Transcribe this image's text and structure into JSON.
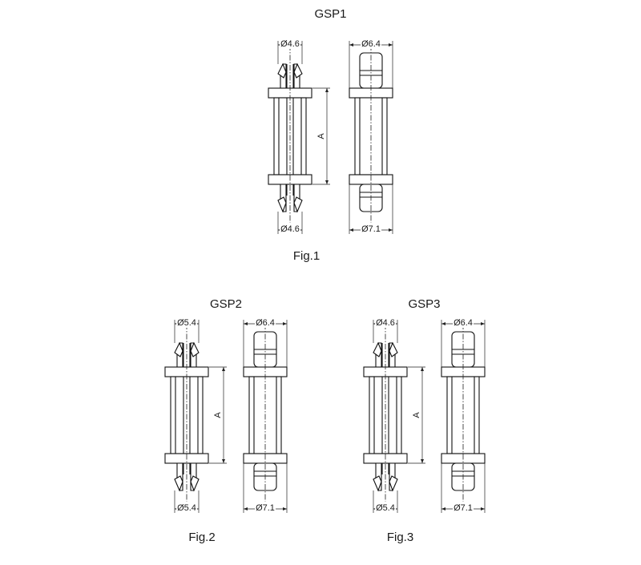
{
  "figures": [
    {
      "title": "GSP1",
      "caption": "Fig.1",
      "clip_top_diameter": "Ø4.6",
      "clip_bottom_diameter": "Ø4.6",
      "side_top_diameter": "Ø6.4",
      "side_bottom_diameter": "Ø7.1",
      "height_label": "A"
    },
    {
      "title": "GSP2",
      "caption": "Fig.2",
      "clip_top_diameter": "Ø5.4",
      "clip_bottom_diameter": "Ø5.4",
      "side_top_diameter": "Ø6.4",
      "side_bottom_diameter": "Ø7.1",
      "height_label": "A"
    },
    {
      "title": "GSP3",
      "caption": "Fig.3",
      "clip_top_diameter": "Ø4.6",
      "clip_bottom_diameter": "Ø5.4",
      "side_top_diameter": "Ø6.4",
      "side_bottom_diameter": "Ø7.1",
      "height_label": "A"
    }
  ]
}
